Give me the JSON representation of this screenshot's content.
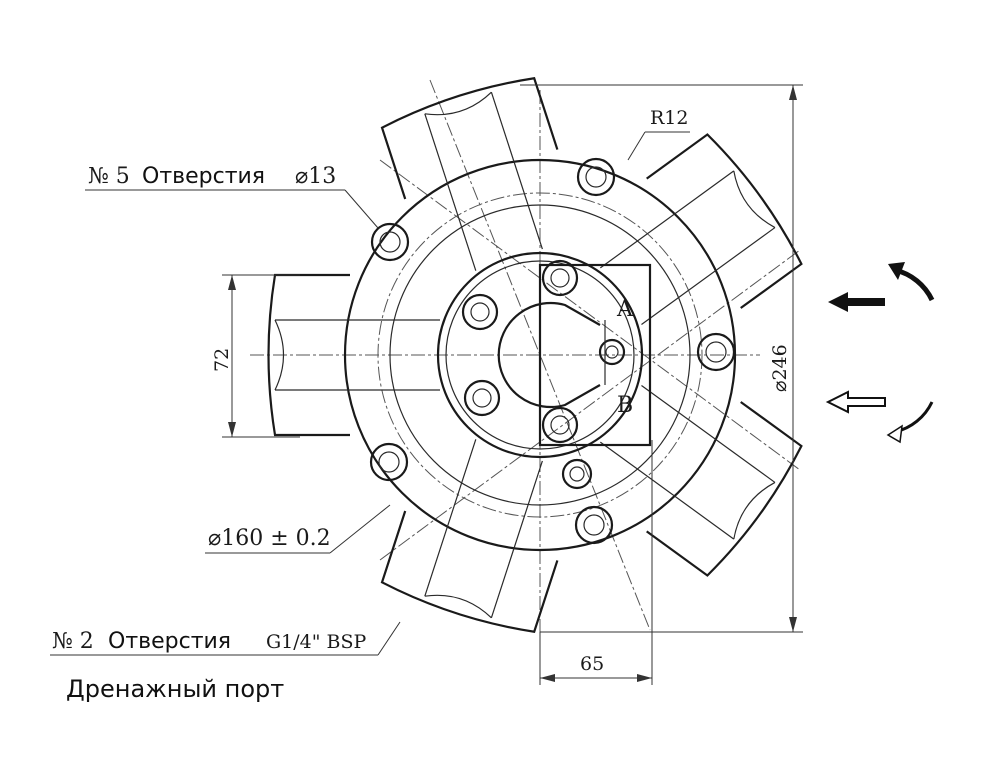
{
  "labels": {
    "holes5_num": "№ 5",
    "holes5_word": "Отверстия",
    "holes5_size": "⌀13",
    "holes2_num": "№ 2",
    "holes2_word": "Отверстия",
    "holes2_thread": "G1/4\" BSP",
    "drain": "Дренажный порт",
    "radius": "R12",
    "port_a": "A",
    "port_b": "B",
    "dim_72": "72",
    "dim_246": "⌀246",
    "dim_160": "⌀160 ± 0.2",
    "dim_65": "65"
  },
  "colors": {
    "line": "#1a1a1a",
    "background": "#ffffff"
  },
  "icons": [
    "rotation-cw-arrow-icon",
    "rotation-ccw-arrow-icon",
    "solid-left-arrow-icon",
    "hollow-left-arrow-icon"
  ]
}
